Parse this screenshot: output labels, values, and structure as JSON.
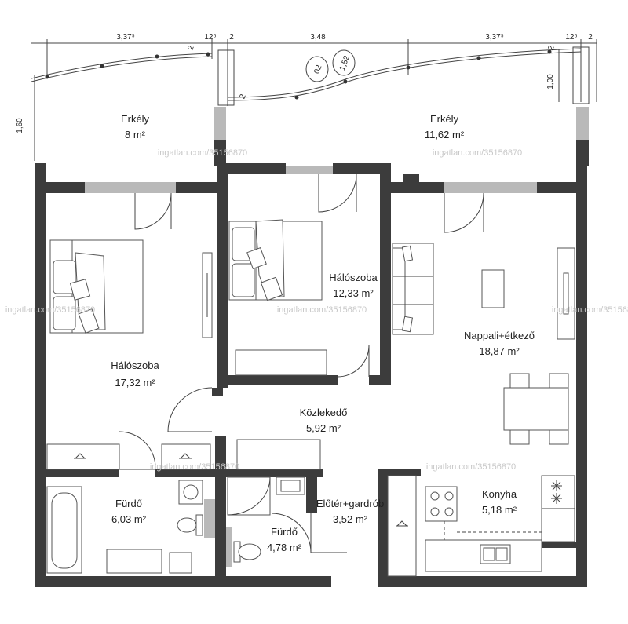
{
  "rooms": [
    {
      "name": "Erkély",
      "area": "8 m²"
    },
    {
      "name": "Erkély",
      "area": "11,62 m²"
    },
    {
      "name": "Hálószoba",
      "area": "12,33 m²"
    },
    {
      "name": "Hálószoba",
      "area": "17,32 m²"
    },
    {
      "name": "Nappali+étkező",
      "area": "18,87 m²"
    },
    {
      "name": "Közlekedő",
      "area": "5,92 m²"
    },
    {
      "name": "Fürdő",
      "area": "6,03 m²"
    },
    {
      "name": "Fürdő",
      "area": "4,78 m²"
    },
    {
      "name": "Előtér+gardrób",
      "area": "3,52 m²"
    },
    {
      "name": "Konyha",
      "area": "5,18 m²"
    }
  ],
  "dimensions": {
    "top_left": "3,37⁵",
    "top_left_small": "12⁵",
    "top_left_tiny": "2",
    "top_mid": "3,48",
    "top_right": "3,37⁵",
    "top_right_small": "12⁵",
    "top_right_tiny": "2",
    "side_left": "1,60",
    "side_right": "1,00",
    "marker_1": "2",
    "marker_2": "2",
    "marker_3": "2",
    "circle_1": "02",
    "circle_2": "1,52"
  },
  "watermarks": [
    "ingatlan.com/35156870",
    "ingatlan.com/35156870",
    "ingatlan.com/35156870",
    "ingatlan.com/35156870",
    "ingatlan.com/35156870",
    "ingatlan.com/35156870",
    "ingatlan.com/35156870"
  ],
  "colors": {
    "wall": "#3c3c3c",
    "window": "#b9b9b9",
    "line": "#444444"
  }
}
